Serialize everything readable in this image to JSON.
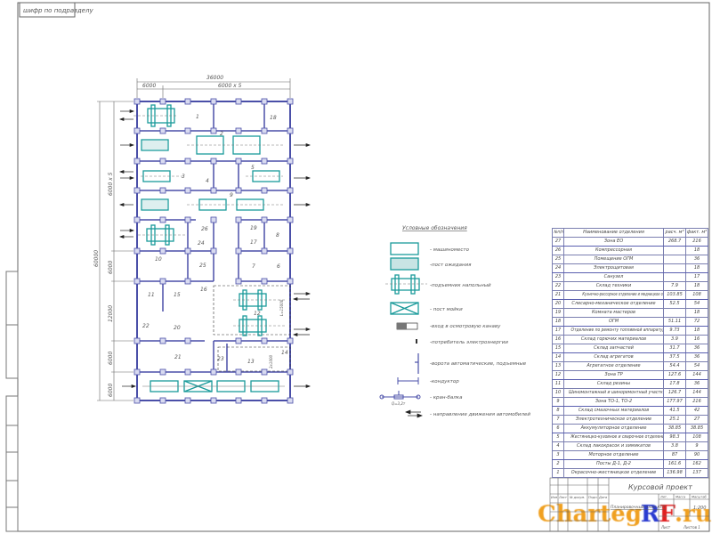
{
  "stamp": {
    "label": "шифр по подразделу"
  },
  "plan": {
    "dims": {
      "total_width": "36000",
      "first_bay": "6000",
      "bays": "6000 x 5",
      "vert_bays": "6000 x 5",
      "total_height": "60000",
      "seg1": "6000",
      "seg2": "12000",
      "seg3": "6000",
      "seg4": "6000",
      "crane_dim": "L=15000",
      "small_dim": "2x1000"
    },
    "rooms": [
      "1",
      "2",
      "3",
      "4",
      "5",
      "6",
      "7",
      "8",
      "9",
      "10",
      "11",
      "12",
      "13",
      "14",
      "15",
      "16",
      "17",
      "18",
      "19",
      "20",
      "21",
      "22",
      "23",
      "24",
      "25",
      "26"
    ]
  },
  "legend": {
    "title": "Условные обозначения",
    "items": [
      "- машиноместо",
      "-пост ожидания",
      "-подъемник напольный",
      "- пост мойки",
      "-вход в осмотровую канаву",
      "-потребитель электроэнергии",
      "-ворота автоматические, подъемные",
      "-кондуктор",
      "- кран-балка",
      "- направление движения автомобилей"
    ],
    "crane_label": "Q=3,2т"
  },
  "table": {
    "headers": [
      "№п/п",
      "Наименование отделения",
      "расч. м²",
      "факт. м²"
    ],
    "rows": [
      [
        "27",
        "Зона ЕО",
        "268.7",
        "216"
      ],
      [
        "26",
        "Компрессорная",
        "",
        "18"
      ],
      [
        "25",
        "Помещение ОГМ",
        "",
        "36"
      ],
      [
        "24",
        "Электрощитовая",
        "",
        "18"
      ],
      [
        "23",
        "Санузел",
        "",
        "17"
      ],
      [
        "22",
        "Склад техники",
        "7.9",
        "18"
      ],
      [
        "21",
        "Кузнечно-рессорное отделение и медницкое отделение",
        "103.85",
        "108"
      ],
      [
        "20",
        "Слесарно-механическое отделение",
        "52.5",
        "54"
      ],
      [
        "19",
        "Комната мастеров",
        "",
        "18"
      ],
      [
        "18",
        "ОГМ",
        "51.11",
        "72"
      ],
      [
        "17",
        "Отделение по ремонту топливной аппаратуры",
        "9.73",
        "18"
      ],
      [
        "16",
        "Склад горючих материалов",
        "3.9",
        "16"
      ],
      [
        "15",
        "Склад запчастей",
        "31.7",
        "36"
      ],
      [
        "14",
        "Склад агрегатов",
        "37.5",
        "36"
      ],
      [
        "13",
        "Агрегатное отделение",
        "54.4",
        "54"
      ],
      [
        "12",
        "Зона ТР",
        "127.6",
        "144"
      ],
      [
        "11",
        "Склад резины",
        "17.8",
        "36"
      ],
      [
        "10",
        "Шиномонтажный и шиноремонтный участки",
        "126.7",
        "144"
      ],
      [
        "9",
        "Зона ТО-1, ТО-2",
        "177.97",
        "216"
      ],
      [
        "8",
        "Склад смазочных материалов",
        "41.5",
        "42"
      ],
      [
        "7",
        "Электротехническое отделение",
        "25.1",
        "27"
      ],
      [
        "6",
        "Аккумуляторное отделение",
        "38.85",
        "38.85"
      ],
      [
        "5",
        "Жестяницко-кузовное и сварочное отделения",
        "98.3",
        "108"
      ],
      [
        "4",
        "Склад лакокрасок и химикатов",
        "3.8",
        "9"
      ],
      [
        "3",
        "Моторное отделение",
        "87",
        "90"
      ],
      [
        "2",
        "Посты Д-1, Д-2",
        "161.6",
        "162"
      ],
      [
        "1",
        "Окрасочно-жестяницкое отделение",
        "136.98",
        "137"
      ]
    ]
  },
  "title_block": {
    "project": "Курсовой проект",
    "drawing_title": "Планировочный план АТП",
    "scale": "1:200",
    "sheet": "Лист",
    "sheets": "Листов 1",
    "col_headers": [
      "Изм",
      "Лист",
      "№ докум.",
      "Подп.",
      "Дата"
    ],
    "lit": "Лит.",
    "mass": "Масса",
    "scale_label": "Масштаб"
  },
  "watermark": {
    "part1": "Charteg",
    "part2": "R",
    "part3": "F",
    "part4": ".ru"
  },
  "colors": {
    "wall": "#4a4fa8",
    "equipment": "#1a9a9a",
    "line": "#555555",
    "watermark_orange": "#f0a020",
    "watermark_blue": "#2a3bd0",
    "watermark_red": "#e02020"
  }
}
